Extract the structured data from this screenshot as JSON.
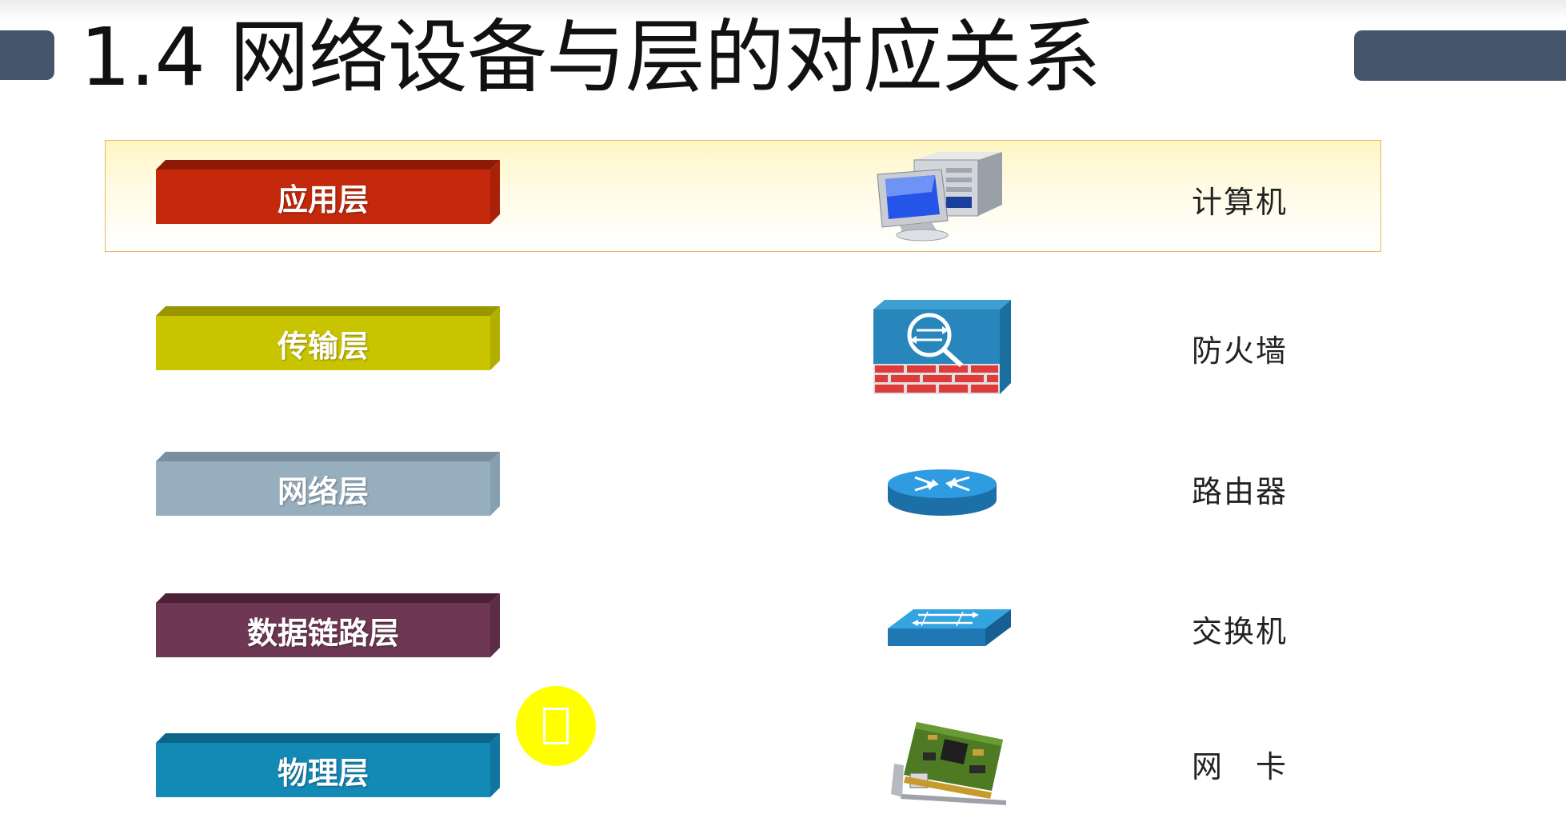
{
  "slide": {
    "title": "1.4 网络设备与层的对应关系"
  },
  "rows": [
    {
      "layer": "应用层",
      "device": "计算机",
      "layer_color": "#c4290c",
      "device_icon": "computer-icon"
    },
    {
      "layer": "传输层",
      "device": "防火墙",
      "layer_color": "#c8c400",
      "device_icon": "firewall-icon"
    },
    {
      "layer": "网络层",
      "device": "路由器",
      "layer_color": "#97aebf",
      "device_icon": "router-icon"
    },
    {
      "layer": "数据链路层",
      "device": "交换机",
      "layer_color": "#6e3753",
      "device_icon": "switch-icon"
    },
    {
      "layer": "物理层",
      "device": "网　卡",
      "layer_color": "#1389b6",
      "device_icon": "network-card-icon"
    }
  ],
  "colors": {
    "accent_bar": "#44546a",
    "highlight_border": "#e6b75d",
    "pointer": "#ffff00"
  }
}
